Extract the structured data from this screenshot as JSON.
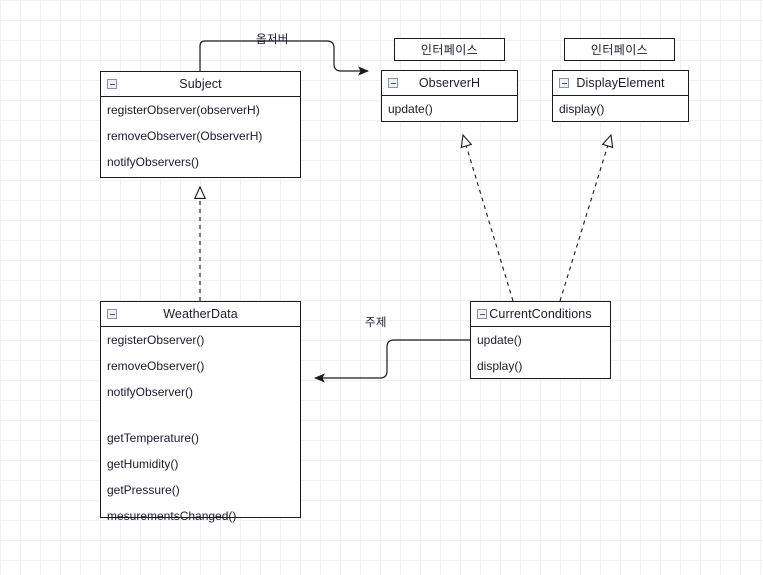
{
  "diagram": {
    "title": "Observer Pattern Class Diagram",
    "background": "#ffffff",
    "grid_minor_color": "#f0eff2",
    "grid_major_color": "#e2e1e6",
    "line_color": "#1b1b1b",
    "text_color": "#1a1a2e"
  },
  "stereotypes": [
    {
      "label": "인터페이스",
      "for": "ObserverH"
    },
    {
      "label": "인터페이스",
      "for": "DisplayElement"
    }
  ],
  "classes": [
    {
      "id": "subject",
      "name": "Subject",
      "icon": "collapse-minus-icon",
      "members": [
        "registerObserver(observerH)",
        "removeObserver(ObserverH)",
        "notifyObservers()"
      ]
    },
    {
      "id": "observerh",
      "name": "ObserverH",
      "icon": "collapse-minus-icon",
      "members": [
        "update()"
      ]
    },
    {
      "id": "displayelement",
      "name": "DisplayElement",
      "icon": "collapse-minus-icon",
      "members": [
        "display()"
      ]
    },
    {
      "id": "weatherdata",
      "name": "WeatherData",
      "icon": "collapse-minus-icon",
      "members": [
        "registerObserver()",
        "removeObserver()",
        "notifyObserver()",
        "",
        "getTemperature()",
        "getHumidity()",
        "getPressure()",
        "mesurementsChanged()"
      ]
    },
    {
      "id": "currentconditions",
      "name": "CurrentConditions",
      "icon": "collapse-minus-icon",
      "members": [
        "update()",
        "display()"
      ]
    }
  ],
  "edge_labels": [
    {
      "id": "observer-label",
      "text": "옵저버"
    },
    {
      "id": "subject-label",
      "text": "주제"
    }
  ],
  "relationships": [
    {
      "type": "association",
      "from": "Subject",
      "to": "ObserverH",
      "label": "옵저버",
      "arrow": "filled-open-arrow"
    },
    {
      "type": "realization",
      "from": "WeatherData",
      "to": "Subject",
      "arrow": "hollow-triangle",
      "line": "dashed"
    },
    {
      "type": "realization",
      "from": "CurrentConditions",
      "to": "ObserverH",
      "arrow": "hollow-triangle",
      "line": "dashed"
    },
    {
      "type": "realization",
      "from": "CurrentConditions",
      "to": "DisplayElement",
      "arrow": "hollow-triangle",
      "line": "dashed"
    },
    {
      "type": "association",
      "from": "CurrentConditions",
      "to": "WeatherData",
      "label": "주제",
      "arrow": "filled-open-arrow"
    }
  ]
}
